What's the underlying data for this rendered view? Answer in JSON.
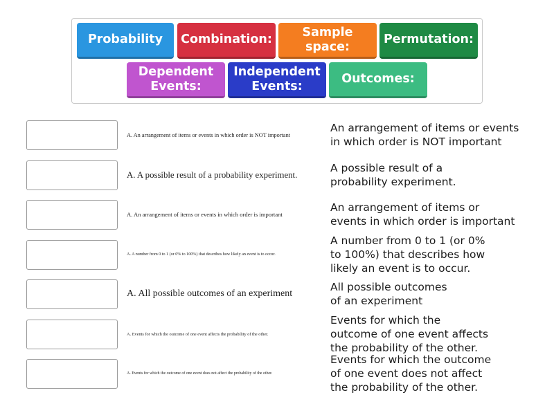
{
  "tiles": [
    {
      "label": "Probability",
      "color": "#2a96e0"
    },
    {
      "label": "Combination:",
      "color": "#d63040"
    },
    {
      "label": "Sample\nspace:",
      "color": "#f47d20"
    },
    {
      "label": "Permutation:",
      "color": "#1e8a44"
    },
    {
      "label": "Dependent\nEvents:",
      "color": "#c055cf"
    },
    {
      "label": "Independent\nEvents:",
      "color": "#2a3cc8"
    },
    {
      "label": "Outcomes:",
      "color": "#3cbc82"
    }
  ],
  "rows": [
    {
      "clue": "A.  An arrangement of items or events in which order is NOT important",
      "desc": "An arrangement of items or events\nin which order is NOT important"
    },
    {
      "clue": "A.  A possible result of a probability experiment.",
      "desc": "A possible result of a\nprobability experiment."
    },
    {
      "clue": "A.  An arrangement of items or events in which order is important",
      "desc": "An arrangement of items or\nevents in which order is important"
    },
    {
      "clue": "A.  A number from 0 to 1 (or 0% to 100%) that describes how likely an event is to occur.",
      "desc": "A number from 0 to 1 (or 0%\nto 100%) that describes how\nlikely an event is to occur."
    },
    {
      "clue": "A.  All possible outcomes of an experiment",
      "desc": "All possible outcomes\nof an experiment"
    },
    {
      "clue": "A.  Events for which the outcome of one event affects the probability of the other.",
      "desc": "Events for which the\noutcome of one event affects\nthe probability of the other."
    },
    {
      "clue": "A.  Events for which the outcome of one event does not affect the probability of the other.",
      "desc": "Events for which the outcome\nof one event does not affect\nthe probability of the other."
    }
  ]
}
